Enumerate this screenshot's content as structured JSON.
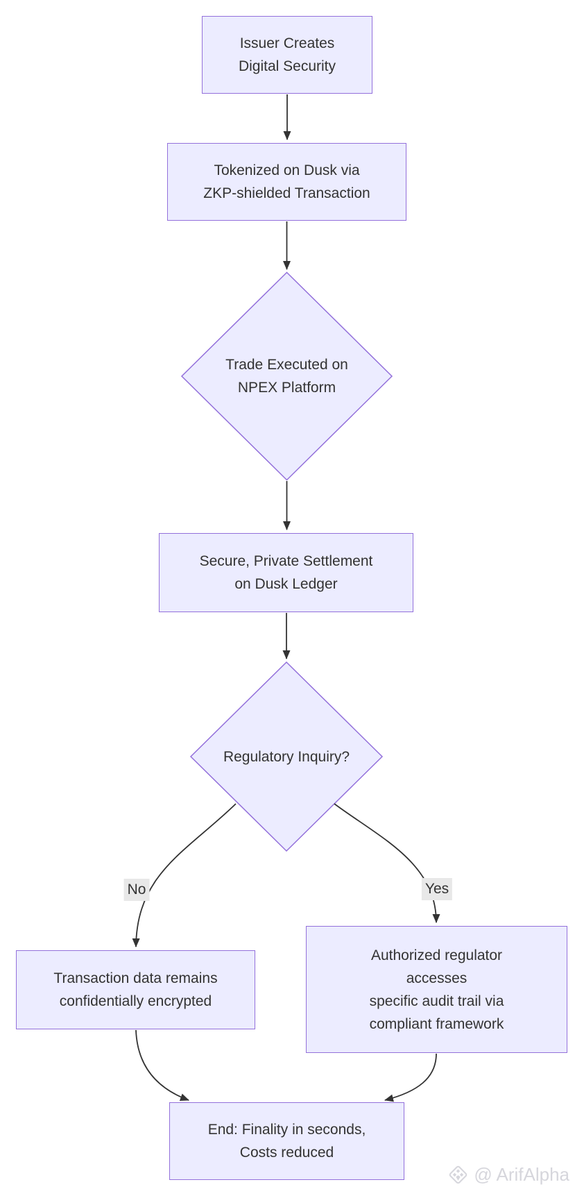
{
  "diagram": {
    "type": "flowchart-top-down",
    "nodes": {
      "issuer": {
        "shape": "rect",
        "line1": "Issuer Creates",
        "line2": "Digital Security"
      },
      "tokenized": {
        "shape": "rect",
        "line1": "Tokenized on Dusk via",
        "line2": "ZKP-shielded Transaction"
      },
      "trade": {
        "shape": "diamond",
        "line1": "Trade Executed on",
        "line2": "NPEX Platform"
      },
      "settlement": {
        "shape": "rect",
        "line1": "Secure, Private Settlement",
        "line2": "on Dusk Ledger"
      },
      "inquiry": {
        "shape": "diamond",
        "line1": "Regulatory Inquiry?"
      },
      "no_branch": {
        "shape": "rect",
        "line1": "Transaction data remains",
        "line2": "confidentially encrypted"
      },
      "yes_branch": {
        "shape": "rect",
        "line1": "Authorized regulator",
        "line2": "accesses",
        "line3": "specific audit trail via",
        "line4": "compliant framework"
      },
      "end": {
        "shape": "rect",
        "line1": "End: Finality in seconds,",
        "line2": "Costs reduced"
      }
    },
    "edge_labels": {
      "no": "No",
      "yes": "Yes"
    }
  },
  "watermark": {
    "text": "@ ArifAlpha"
  },
  "colors": {
    "background": "#ffffff",
    "node_fill": "#ECECFF",
    "node_border": "#9370DB",
    "text": "#333333",
    "edge": "#333333",
    "edge_label_bg": "#e8e8e8",
    "watermark": "#d6d6dc"
  }
}
